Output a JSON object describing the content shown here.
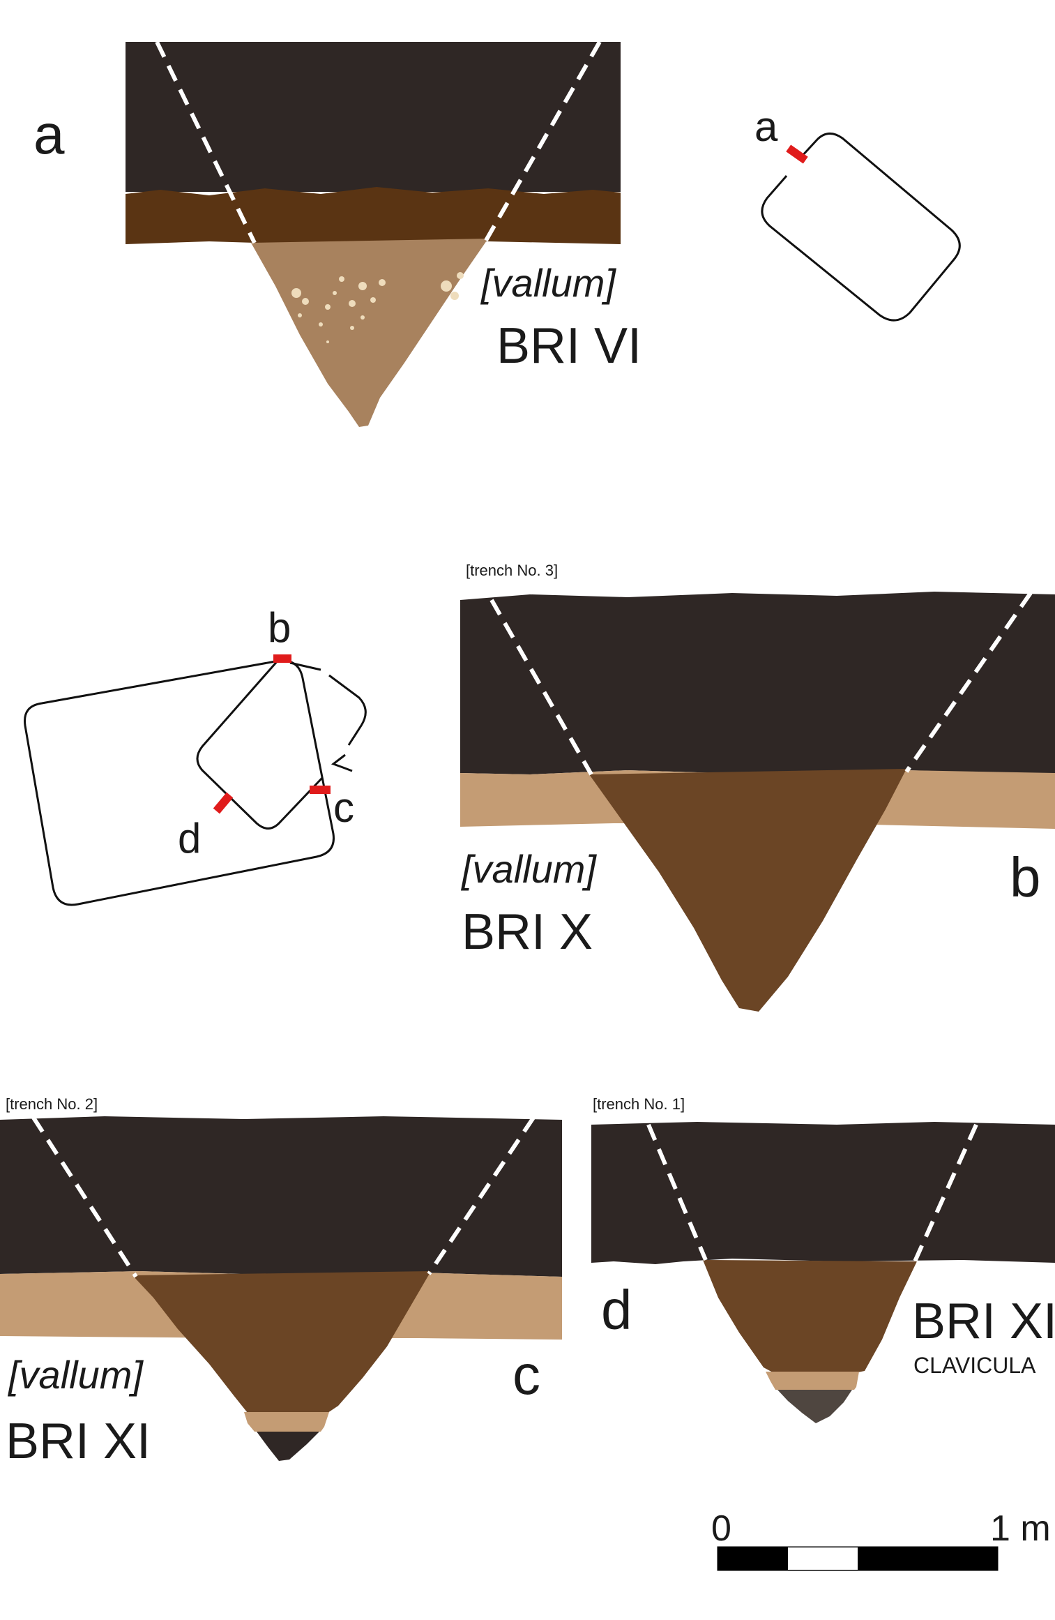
{
  "colors": {
    "topsoil": "#2f2725",
    "subsoil_dark": "#5a3413",
    "ditch_fill_light": "#a8825e",
    "natural_light": "#c49c74",
    "ditch_fill_medium": "#6b4525",
    "basal_dark": "#4f4640",
    "speckle": "#eedcbc",
    "dashed_line": "#ffffff",
    "marker": "#e01b1b",
    "outline": "#111111"
  },
  "sections": {
    "a": {
      "letter": "a",
      "feature": "[vallum]",
      "site": "BRI VI"
    },
    "b": {
      "letter": "b",
      "trench": "[trench  No. 3]",
      "feature": "[vallum]",
      "site": "BRI X"
    },
    "c": {
      "letter": "c",
      "trench": "[trench  No. 2]",
      "feature": "[vallum]",
      "site": "BRI XI"
    },
    "d": {
      "letter": "d",
      "trench": "[trench  No. 1]",
      "site": "BRI XI",
      "subtitle": "CLAVICULA"
    }
  },
  "plans": {
    "plan_a": {
      "marker_label": "a"
    },
    "plan_bcd": {
      "marker_labels": [
        "b",
        "c",
        "d"
      ]
    }
  },
  "scale_bar": {
    "start_label": "0",
    "end_label": "1 m",
    "segments": 4
  }
}
